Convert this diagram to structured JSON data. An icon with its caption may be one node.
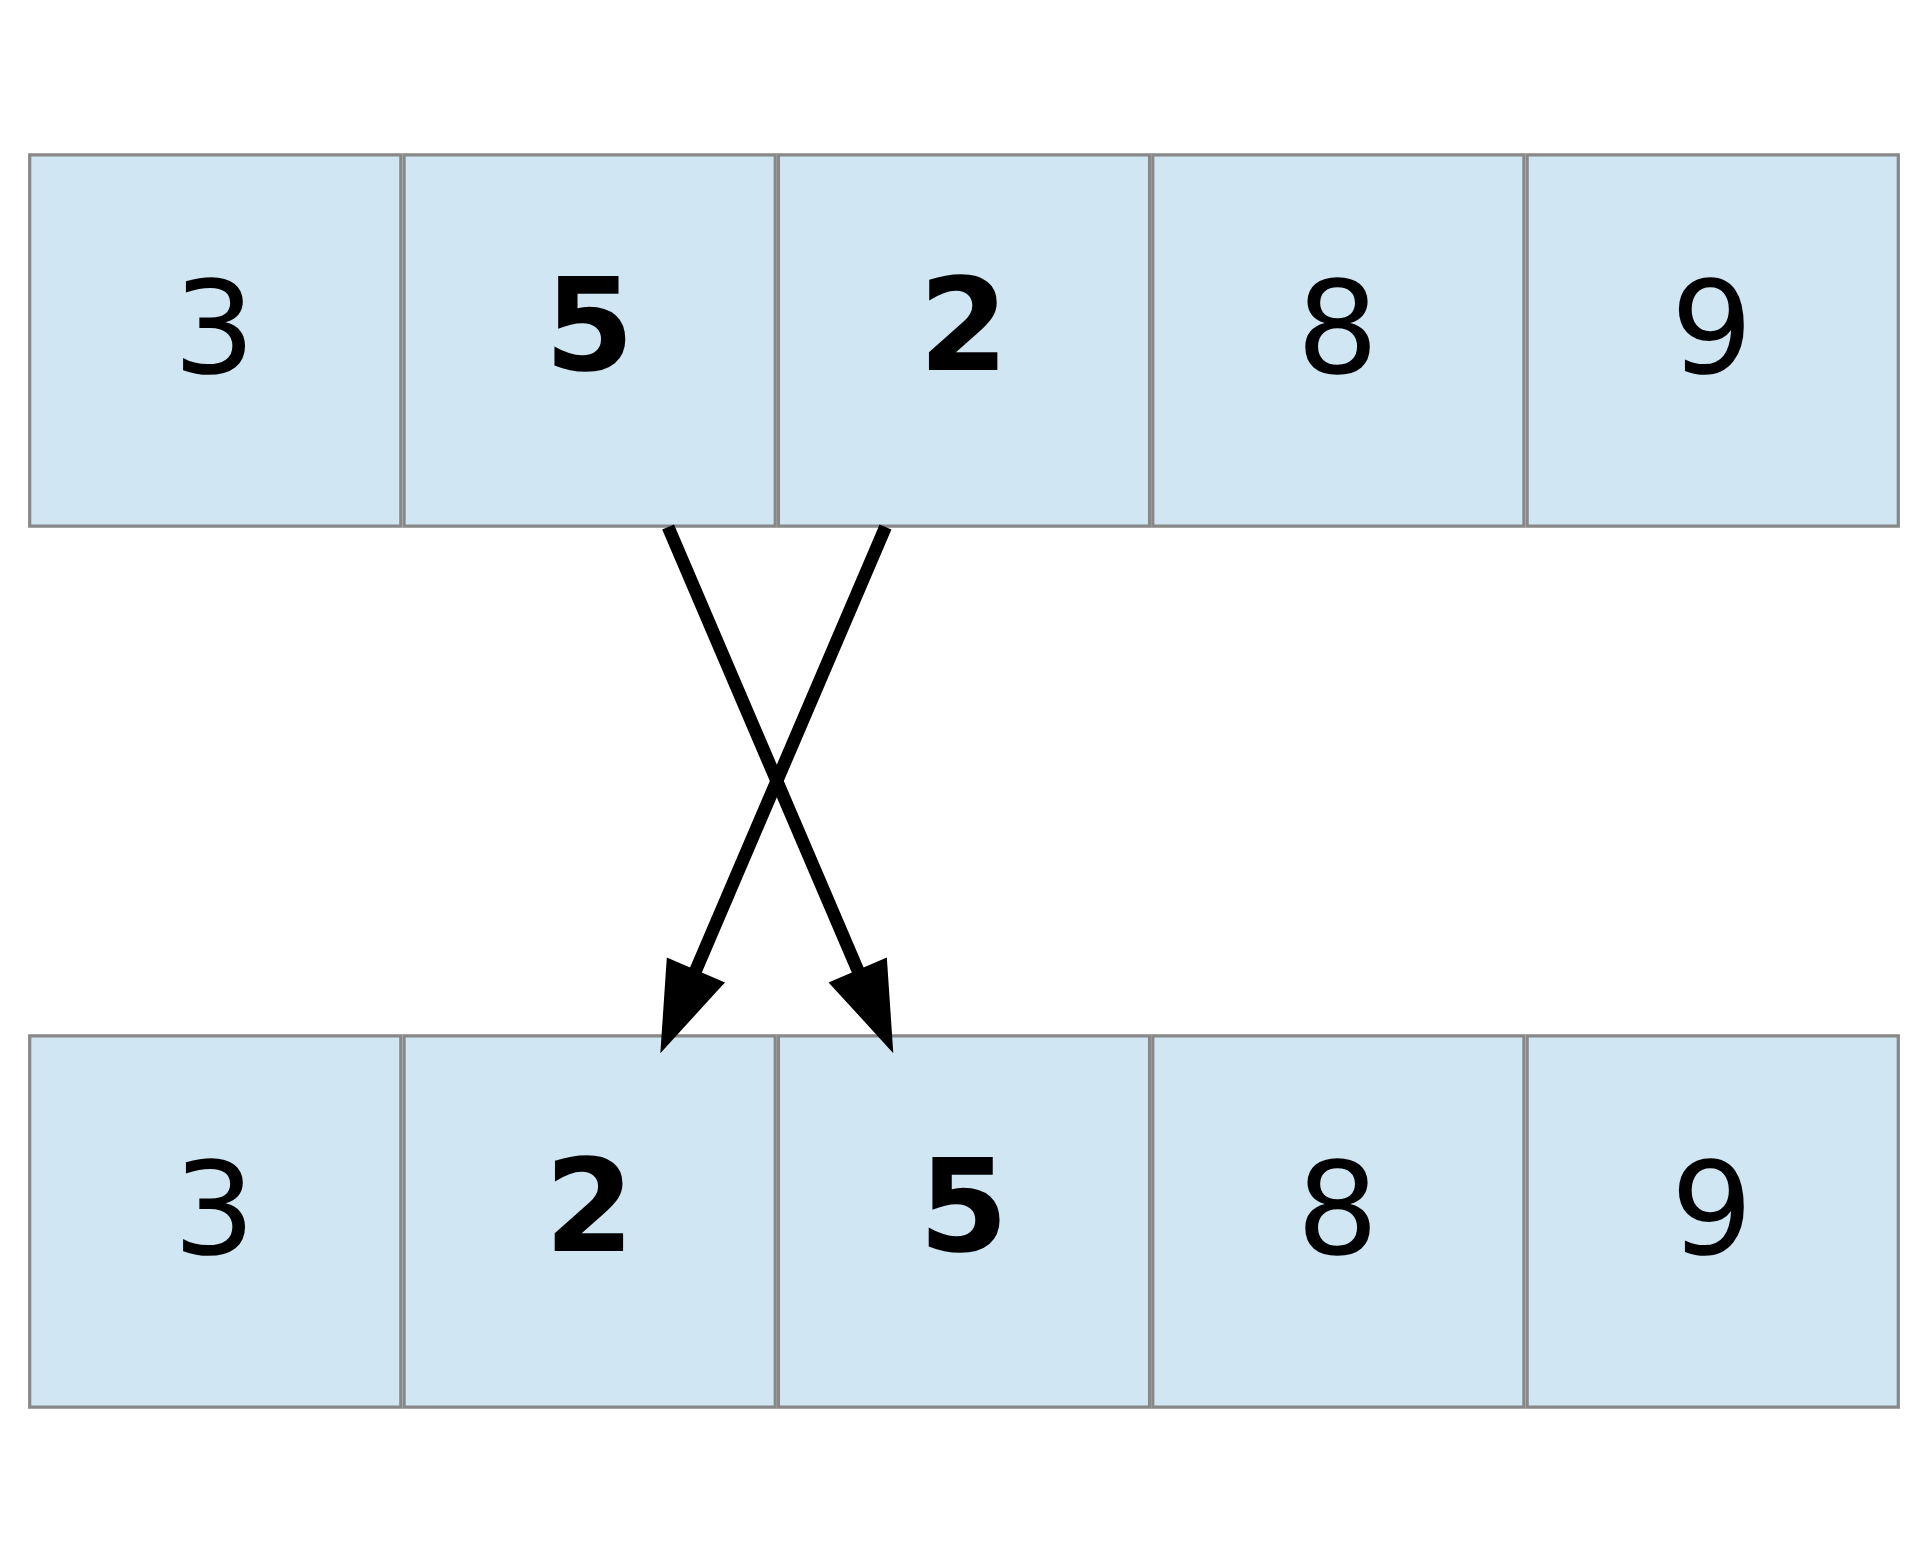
{
  "diagram": {
    "nodes": [
      {
        "text": [
          "3"
        ]
      },
      {
        "text": [
          "5"
        ]
      },
      {
        "text": [
          "2"
        ]
      },
      {
        "text": [
          "8"
        ]
      },
      {
        "text": [
          "9"
        ]
      },
      {
        "text": [
          "3"
        ]
      },
      {
        "text": [
          "2"
        ]
      },
      {
        "text": [
          "5"
        ]
      },
      {
        "text": [
          "8"
        ]
      },
      {
        "text": [
          "9"
        ]
      }
    ],
    "edges": [
      {
        "from": 1,
        "to": 7,
        "arrow": "to"
      },
      {
        "from": 2,
        "to": 6,
        "arrow": "to"
      }
    ]
  }
}
